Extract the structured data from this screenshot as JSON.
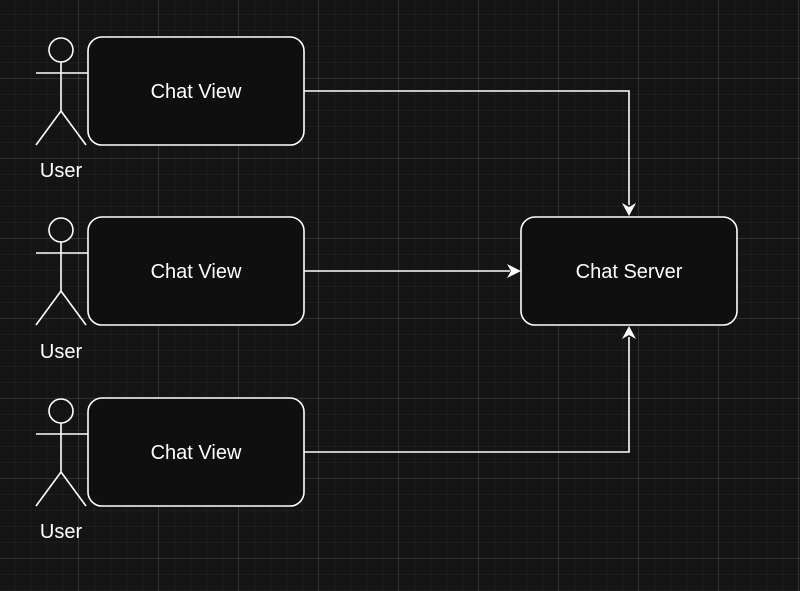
{
  "diagram": {
    "actors": [
      {
        "label": "User"
      },
      {
        "label": "User"
      },
      {
        "label": "User"
      }
    ],
    "views": [
      {
        "label": "Chat View"
      },
      {
        "label": "Chat View"
      },
      {
        "label": "Chat View"
      }
    ],
    "server": {
      "label": "Chat Server"
    },
    "colors": {
      "background": "#141414",
      "stroke": "#ffffff",
      "node_fill": "#0f0f0f",
      "text": "#ffffff"
    }
  }
}
